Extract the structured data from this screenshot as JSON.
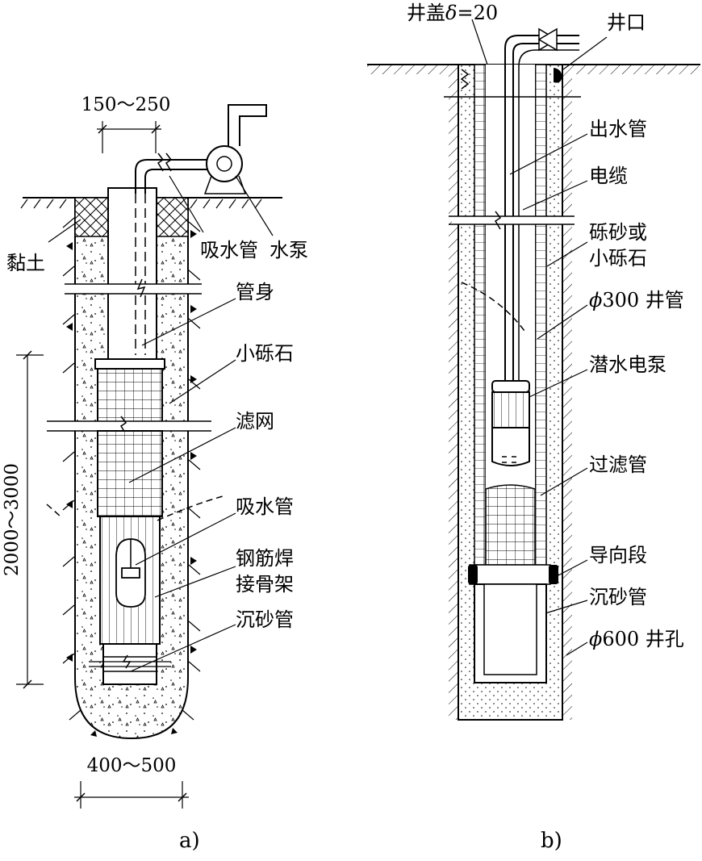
{
  "figure_a": {
    "caption": "a)",
    "dims": {
      "top_width": "150～250",
      "depth": "2000～3000",
      "bottom_width": "400～500"
    },
    "labels": {
      "clay": "黏土",
      "suction_pipe_top": "吸水管",
      "pump": "水泵",
      "pipe_body": "管身",
      "gravel": "小砾石",
      "filter_screen": "滤网",
      "suction_pipe": "吸水管",
      "rebar_frame_1": "钢筋焊",
      "rebar_frame_2": "接骨架",
      "sand_pipe": "沉砂管"
    }
  },
  "figure_b": {
    "caption": "b)",
    "labels": {
      "well_cover_prefix": "井盖",
      "well_cover_symbol": "δ",
      "well_cover_value": "=20",
      "wellhead": "井口",
      "outlet_pipe": "出水管",
      "cable": "电缆",
      "gravel_1": "砾砂或",
      "gravel_2": "小砾石",
      "well_pipe_symbol": "ϕ",
      "well_pipe": "300 井管",
      "submersible_pump": "潜水电泵",
      "filter_pipe": "过滤管",
      "guide_section": "导向段",
      "sand_pipe": "沉砂管",
      "hole_symbol": "ϕ",
      "well_hole": "600 井孔"
    }
  }
}
